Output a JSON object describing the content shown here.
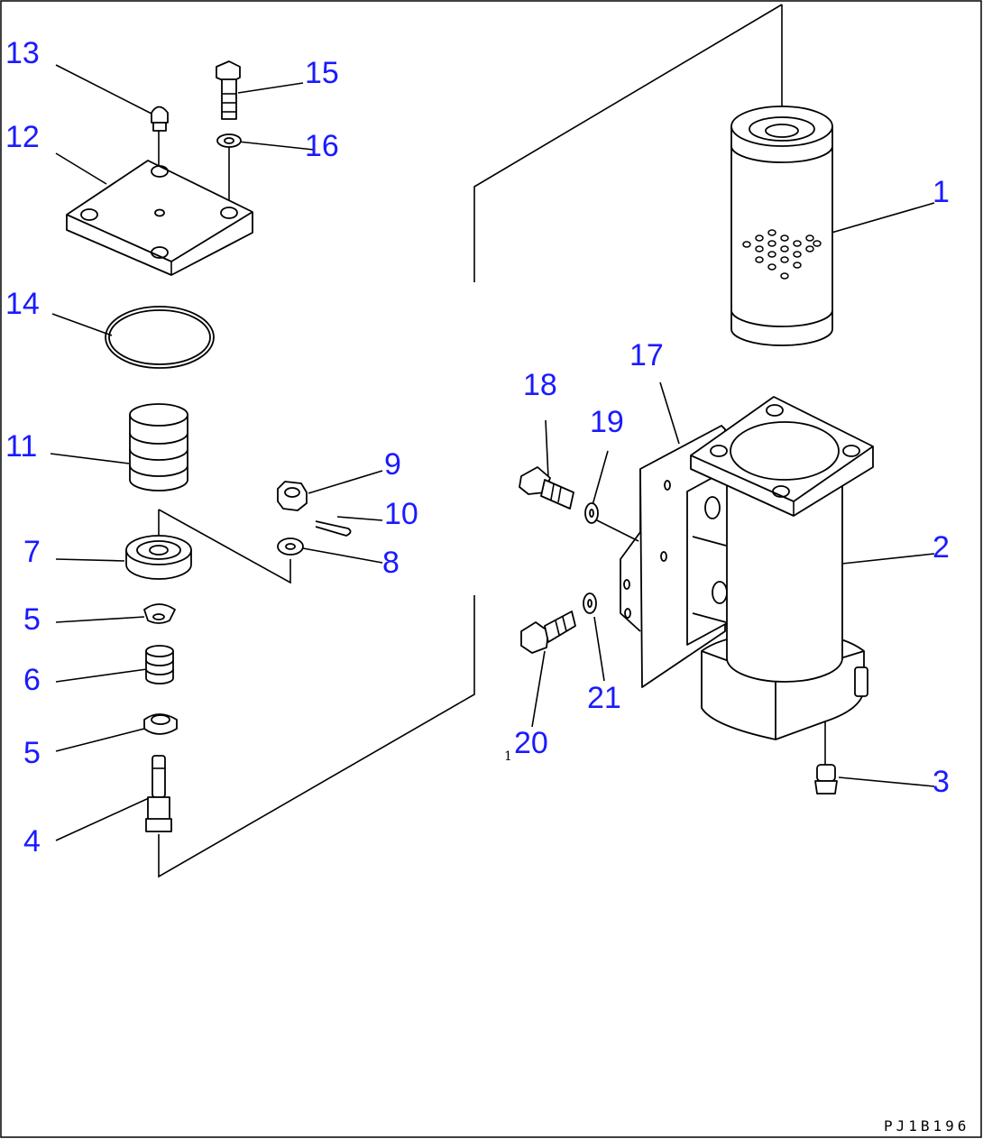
{
  "diagram": {
    "drawing_code": "PJ1B196",
    "callouts": [
      "1",
      "2",
      "3",
      "4",
      "5",
      "5",
      "6",
      "7",
      "8",
      "9",
      "10",
      "11",
      "12",
      "13",
      "14",
      "15",
      "16",
      "17",
      "18",
      "19",
      "20",
      "21"
    ],
    "stray_mark": "1",
    "colors": {
      "callout": "#1a1aff",
      "line": "#000000",
      "background": "#ffffff"
    }
  }
}
